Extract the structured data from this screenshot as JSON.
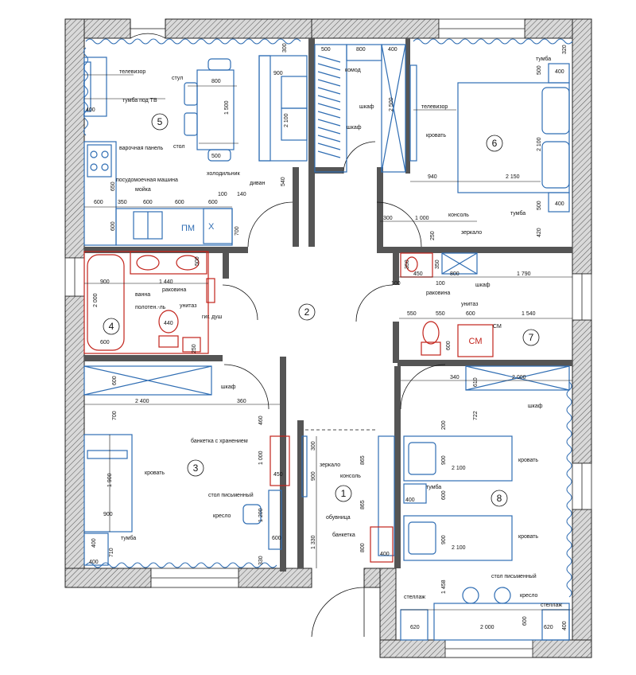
{
  "rooms": [
    "1",
    "2",
    "3",
    "4",
    "5",
    "6",
    "7",
    "8"
  ],
  "appliances": {
    "pm": "ПМ",
    "x": "Х",
    "sm": "СМ"
  },
  "labels": {
    "tv": "телевизор",
    "tv_stand": "тумба под ТВ",
    "chair": "стул",
    "table": "стол",
    "hob": "варочная панель",
    "dishwasher": "посудомоечная машина",
    "sink": "мойка",
    "fridge": "холодильник",
    "sofa": "диван",
    "dresser": "комод",
    "wardrobe_a": "шкаф",
    "wardrobe_b": "шкаф",
    "tv_6": "телевизор",
    "bed_6": "кровать",
    "nightstand_6a": "тумба",
    "nightstand_6b": "тумба",
    "console": "консоль",
    "mirror": "зеркало",
    "wardrobe_7": "шкаф",
    "basin": "раковина",
    "toilet_7": "унитаз",
    "sm_label": "СМ",
    "bath": "ванна",
    "basin_4": "раковина",
    "towel": "полотен.-ль",
    "toilet_4": "унитаз",
    "hyg_shower": "гиг. душ",
    "wardrobe_3": "шкаф",
    "bench_storage": "банкетка с хранением",
    "bed_3": "кровать",
    "desk_3": "стол письменный",
    "armchair_3": "кресло",
    "nightstand_3": "тумба",
    "mirror_1": "зеркало",
    "console_1": "консоль",
    "shoe_rack": "обувница",
    "bench_1": "банкетка",
    "wardrobe_8": "шкаф",
    "bed_8a": "кровать",
    "bed_8b": "кровать",
    "nightstand_8": "тумба",
    "desk_8": "стол письменный",
    "armchair_8": "кресло",
    "shelf_8a": "стеллаж",
    "shelf_8b": "стеллаж"
  },
  "dims": {
    "d_1440": "1 440",
    "d_900_k": "900",
    "d_500_a": "500",
    "d_400_tv": "400",
    "d_800_tbl": "800",
    "d_1500": "1 500",
    "d_500_tbl": "500",
    "d_900_sofa": "900",
    "d_2100_sofa": "2 100",
    "d_540": "540",
    "d_300_top": "300",
    "d_500_w": "500",
    "d_800_w": "800",
    "d_400_w": "400",
    "d_2500": "2 500",
    "d_940": "940",
    "d_2150": "2 150",
    "d_2100_bed6": "2 100",
    "d_320": "320",
    "d_500_6": "500",
    "d_400_6a": "400",
    "d_400_6b": "400",
    "d_500_6b": "500",
    "d_420": "420",
    "d_600_k1": "600",
    "d_350_k": "350",
    "d_600_k2": "600",
    "d_600_k3": "600",
    "d_600_k4": "600",
    "d_650": "650",
    "d_600_k5": "600",
    "d_100_k": "100",
    "d_140_k": "140",
    "d_700_k": "700",
    "d_300_c": "300",
    "d_1000_c": "1 000",
    "d_250_c": "250",
    "d_350_c1": "350",
    "d_350_c2": "350",
    "d_450_c": "450",
    "d_800_c": "800",
    "d_1790": "1 790",
    "d_100_c1": "100",
    "d_100_c2": "100",
    "d_550_a": "550",
    "d_550_b": "550",
    "d_600_7": "600",
    "d_1540": "1 540",
    "d_600_7v": "600",
    "d_900_bath": "900",
    "d_2000_bath": "2 000",
    "d_600_bath": "600",
    "d_440_wc": "440",
    "d_250_wc": "250",
    "d_500_b4": "500",
    "d_600_w3": "600",
    "d_2400": "2 400",
    "d_360": "360",
    "d_700_3": "700",
    "d_460": "460",
    "d_1000_3": "1 000",
    "d_450_3": "450",
    "d_1900": "1 900",
    "d_900_b3": "900",
    "d_1200": "1 200",
    "d_600_3": "600",
    "d_400_3": "400",
    "d_710": "710",
    "d_400_3b": "400",
    "d_330": "330",
    "d_300_1": "300",
    "d_900_1": "900",
    "d_865_a": "865",
    "d_865_b": "865",
    "d_1330": "1 330",
    "d_800_1": "800",
    "d_400_1": "400",
    "d_340": "340",
    "d_2000_w8": "2 000",
    "d_610": "610",
    "d_722": "722",
    "d_200_8": "200",
    "d_2100_8a": "2 100",
    "d_900_8a": "900",
    "d_400_8": "400",
    "d_600_8": "600",
    "d_900_8b": "900",
    "d_2100_8b": "2 100",
    "d_1458": "1 458",
    "d_620_a": "620",
    "d_2000_d8": "2 000",
    "d_600_d8": "600",
    "d_620_b": "620",
    "d_400_d8": "400"
  }
}
